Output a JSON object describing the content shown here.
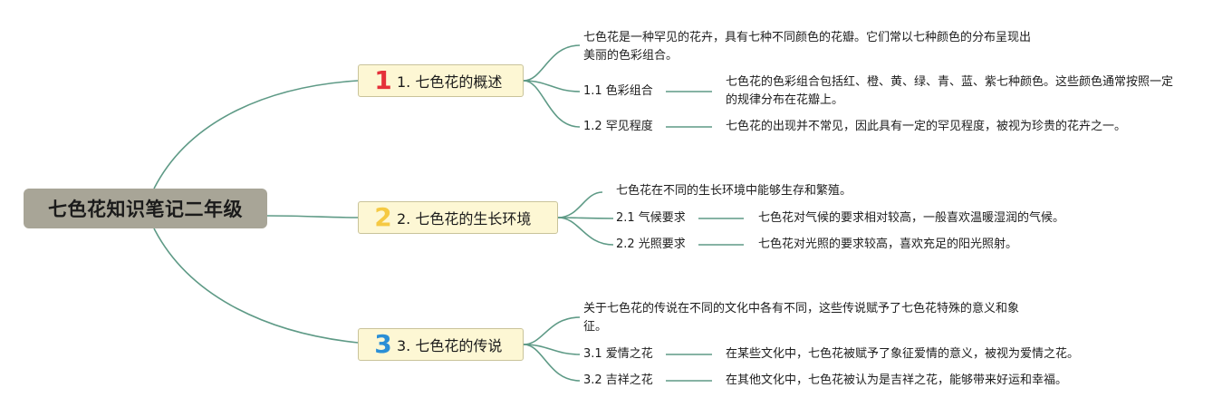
{
  "root": {
    "label": "七色花知识笔记二年级"
  },
  "colors": {
    "connector": "#5e9a86",
    "root_bg": "#a8a597",
    "branch_bg": "#fdf7d4",
    "badge1": "#e5303a",
    "badge2": "#f5c943",
    "badge3": "#2b8fd6"
  },
  "branches": [
    {
      "badge": "1",
      "title": "1. 七色花的概述",
      "intro": "七色花是一种罕见的花卉，具有七种不同颜色的花瓣。它们常以七种颜色的分布呈现出美丽的色彩组合。",
      "subs": [
        {
          "label": "1.1 色彩组合",
          "desc": "七色花的色彩组合包括红、橙、黄、绿、青、蓝、紫七种颜色。这些颜色通常按照一定的规律分布在花瓣上。"
        },
        {
          "label": "1.2 罕见程度",
          "desc": "七色花的出现并不常见，因此具有一定的罕见程度，被视为珍贵的花卉之一。"
        }
      ]
    },
    {
      "badge": "2",
      "title": "2. 七色花的生长环境",
      "intro": "七色花在不同的生长环境中能够生存和繁殖。",
      "subs": [
        {
          "label": "2.1 气候要求",
          "desc": "七色花对气候的要求相对较高，一般喜欢温暖湿润的气候。"
        },
        {
          "label": "2.2 光照要求",
          "desc": "七色花对光照的要求较高，喜欢充足的阳光照射。"
        }
      ]
    },
    {
      "badge": "3",
      "title": "3. 七色花的传说",
      "intro": "关于七色花的传说在不同的文化中各有不同，这些传说赋予了七色花特殊的意义和象征。",
      "subs": [
        {
          "label": "3.1 爱情之花",
          "desc": "在某些文化中，七色花被赋予了象征爱情的意义，被视为爱情之花。"
        },
        {
          "label": "3.2 吉祥之花",
          "desc": "在其他文化中，七色花被认为是吉祥之花，能够带来好运和幸福。"
        }
      ]
    }
  ]
}
